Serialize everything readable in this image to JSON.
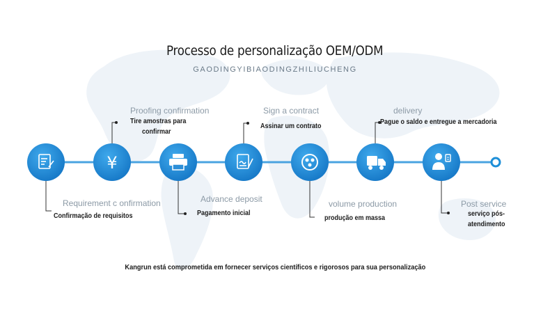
{
  "title": "Processo de personalização OEM/ODM",
  "subtitle": "GAODINGYIBIAODINGZHILIUCHENG",
  "tagline": "Kangrun está comprometida em fornecer serviços científicos e rigorosos para sua personalização",
  "accent_color": "#1e8fd8",
  "steps": [
    {
      "icon": "document-edit-icon",
      "en": "Requirement  c onfirmation",
      "pt": "Confirmação de requisitos"
    },
    {
      "icon": "yen-icon",
      "en": "Proofing confirmation",
      "pt_line1": "Tire amostras para",
      "pt_line2": "confirmar"
    },
    {
      "icon": "printer-icon",
      "en": "Advance deposit",
      "pt": "Pagamento inicial"
    },
    {
      "icon": "contract-sign-icon",
      "en": "Sign a contract",
      "pt": "Assinar um contrato"
    },
    {
      "icon": "production-icon",
      "en": "volume production",
      "pt": "produção em massa"
    },
    {
      "icon": "delivery-truck-icon",
      "en": "delivery",
      "pt": "Pague o saldo e entregue a mercadoria"
    },
    {
      "icon": "service-person-icon",
      "en": "Post service",
      "pt_line1": "serviço pós-",
      "pt_line2": "atendimento"
    }
  ]
}
